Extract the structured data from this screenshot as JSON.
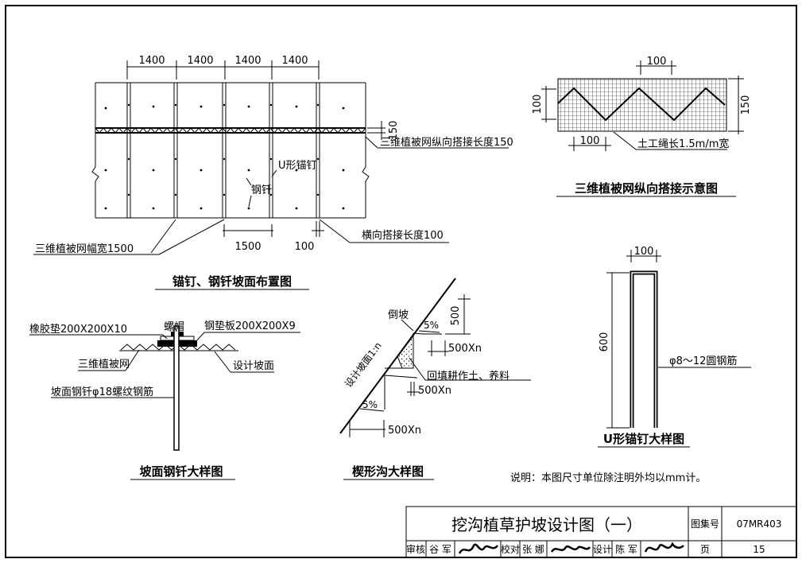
{
  "plan": {
    "dims_top": [
      "1400",
      "1400",
      "1400",
      "1400"
    ],
    "dim_150": "150",
    "label_longitudinal": "三维植被网纵向搭接长度150",
    "label_u_nail": "U形锚钉",
    "label_steel_pin": "钢钎",
    "label_width": "三维植被网幅宽1500",
    "dim_1500": "1500",
    "dim_100": "100",
    "label_transverse": "横向搭接长度100",
    "title": "锚钉、钢钎坡面布置图"
  },
  "overlap": {
    "dim_top": "100",
    "dim_left": "100",
    "dim_right": "150",
    "dim_bottom": "100",
    "label_rope": "土工绳长1.5m/m宽",
    "title": "三维植被网纵向搭接示意图"
  },
  "pin_detail": {
    "label_rubber": "橡胶垫200X200X10",
    "label_nut": "螺帽",
    "label_plate": "钢垫板200X200X9",
    "label_net": "三维植被网",
    "label_slope": "设计坡面",
    "label_pin": "坡面钢钎φ18螺纹钢筋",
    "title": "坡面钢钎大样图"
  },
  "wedge": {
    "label_chamfer": "倒坡",
    "pct_top": "5%",
    "pct_bottom": "5%",
    "dim_500": "500",
    "dim_500xn_1": "500Xn",
    "label_backfill": "回填耕作土、养料",
    "dim_500xn_2": "500Xn",
    "label_slope_ratio": "设计坡面1:n",
    "dim_500xn_3": "500Xn",
    "title": "楔形沟大样图"
  },
  "u_nail": {
    "dim_100": "100",
    "dim_600": "600",
    "label_bar": "φ8～12圆钢筋",
    "title": "U形锚钉大样图"
  },
  "note": "说明：本图尺寸单位除注明外均以mm计。",
  "title_block": {
    "main_title": "挖沟植草护坡设计图（一）",
    "atlas_label": "图集号",
    "atlas_no": "07MR403",
    "page_label": "页",
    "page_no": "15",
    "row": [
      "审核",
      "谷 军",
      "校对",
      "张 娜",
      "设计",
      "陈 军"
    ]
  }
}
